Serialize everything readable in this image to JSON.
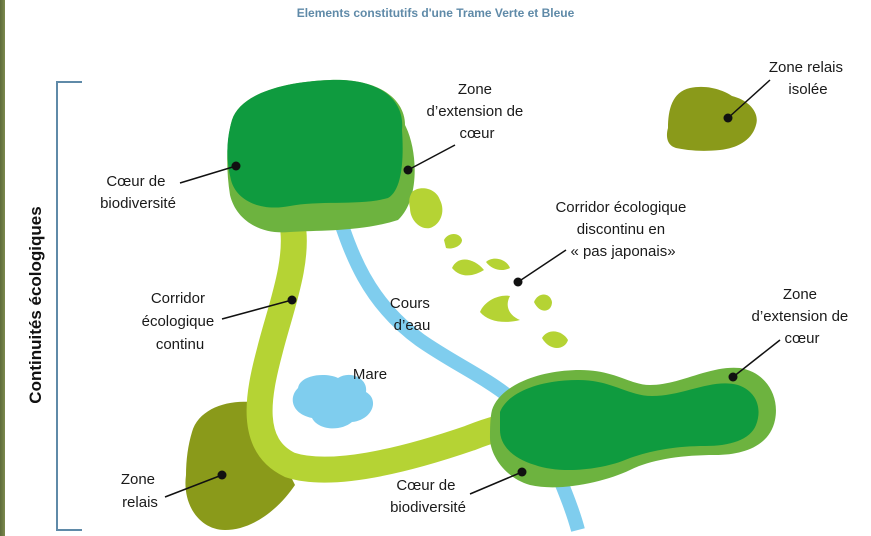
{
  "title": "Elements constitutifs d'une Trame Verte et Bleue",
  "side_label": "Continuités écologiques",
  "labels": {
    "coeur_1": [
      "Cœur de",
      "biodiversité"
    ],
    "zone_extension_1": [
      "Zone",
      "d’extension de",
      "cœur"
    ],
    "zone_relais_isolee": [
      "Zone relais",
      "isolée"
    ],
    "corridor_discontinu": [
      "Corridor écologique",
      "discontinu en",
      "« pas japonais»"
    ],
    "corridor_continu": [
      "Corridor",
      "écologique",
      "continu"
    ],
    "cours_eau": [
      "Cours",
      "d’eau"
    ],
    "mare": [
      "Mare"
    ],
    "zone_extension_2": [
      "Zone",
      "d’extension de",
      "cœur"
    ],
    "zone_relais": [
      "Zone",
      "relais"
    ],
    "coeur_2": [
      "Cœur de",
      "biodiversité"
    ]
  },
  "colors": {
    "core": "#0f9b3f",
    "extension": "#6db33f",
    "corridor": "#b5d334",
    "relay": "#8a9a1a",
    "water": "#7fcdee",
    "bracket": "#5f8aa8"
  }
}
